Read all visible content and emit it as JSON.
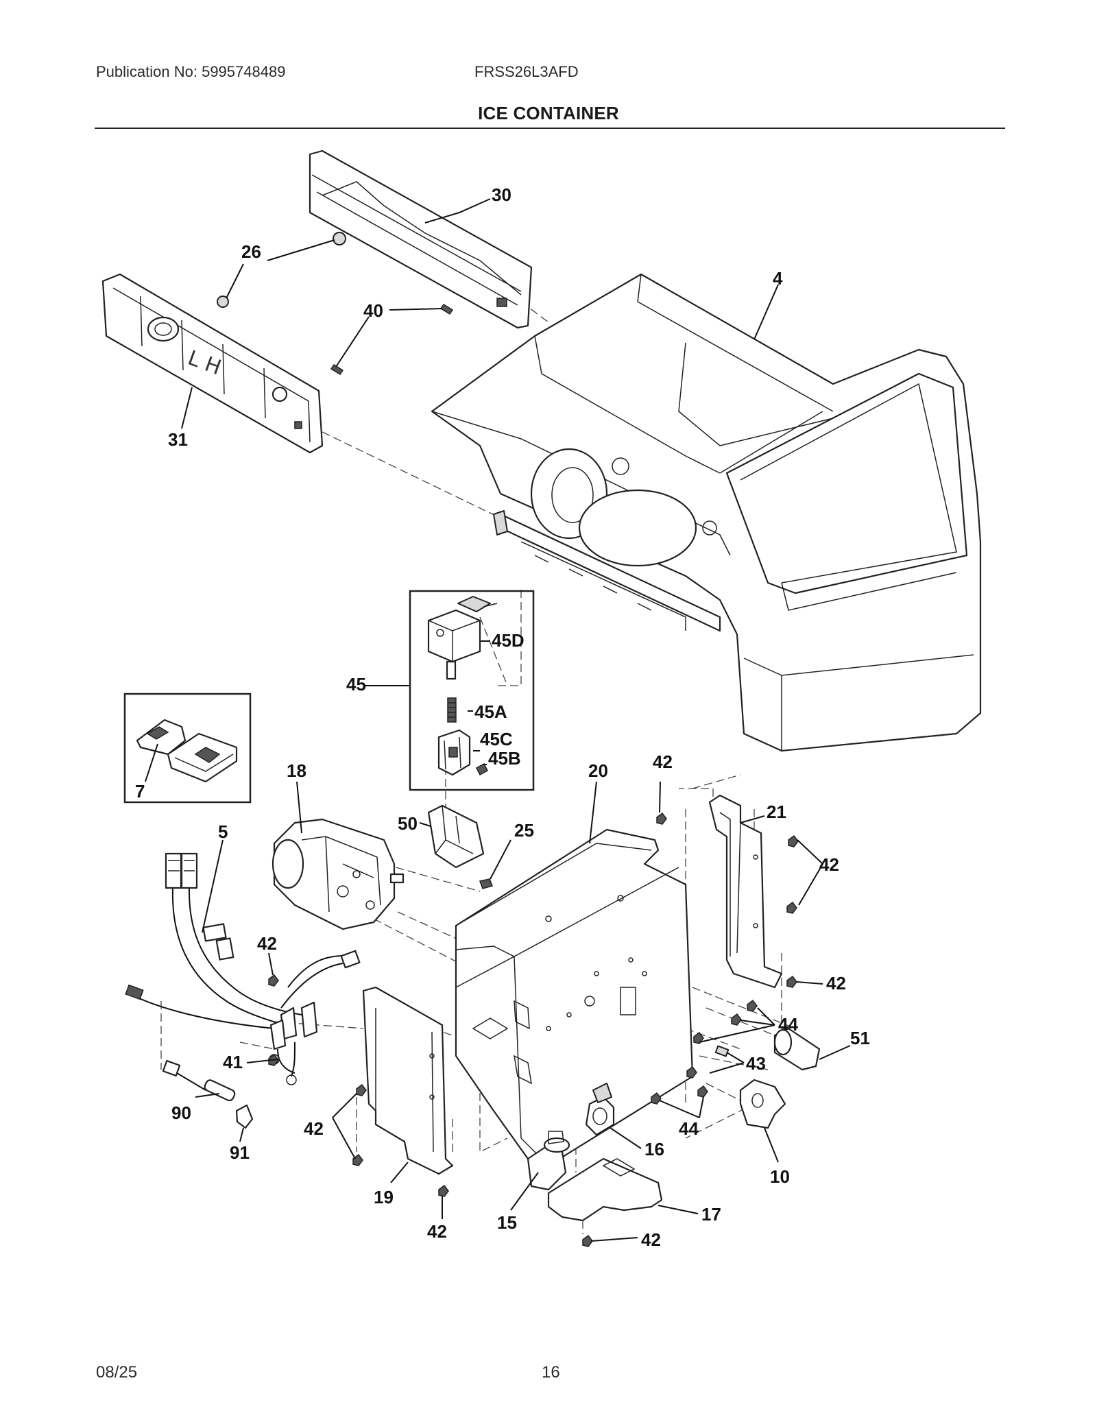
{
  "header": {
    "publication": "Publication No: 5995748489",
    "model": "FRSS26L3AFD"
  },
  "title": "ICE CONTAINER",
  "footer": {
    "date": "08/25",
    "page": "16"
  },
  "part_labels": {
    "p30": "30",
    "p26": "26",
    "p40": "40",
    "p4": "4",
    "p31": "31",
    "p45": "45",
    "p45d": "45D",
    "p45a": "45A",
    "p45c": "45C",
    "p45b": "45B",
    "p7": "7",
    "p18": "18",
    "p20": "20",
    "p42_top": "42",
    "p21": "21",
    "p42_r1": "42",
    "p50": "50",
    "p25": "25",
    "p5": "5",
    "p42_l1": "42",
    "p42_r2": "42",
    "p44a": "44",
    "p51": "51",
    "p41": "41",
    "p43": "43",
    "p90": "90",
    "p44b": "44",
    "p42_l2": "42",
    "p16": "16",
    "p10": "10",
    "p91": "91",
    "p19": "19",
    "p15": "15",
    "p17": "17",
    "p42_b1": "42",
    "p42_b2": "42"
  }
}
